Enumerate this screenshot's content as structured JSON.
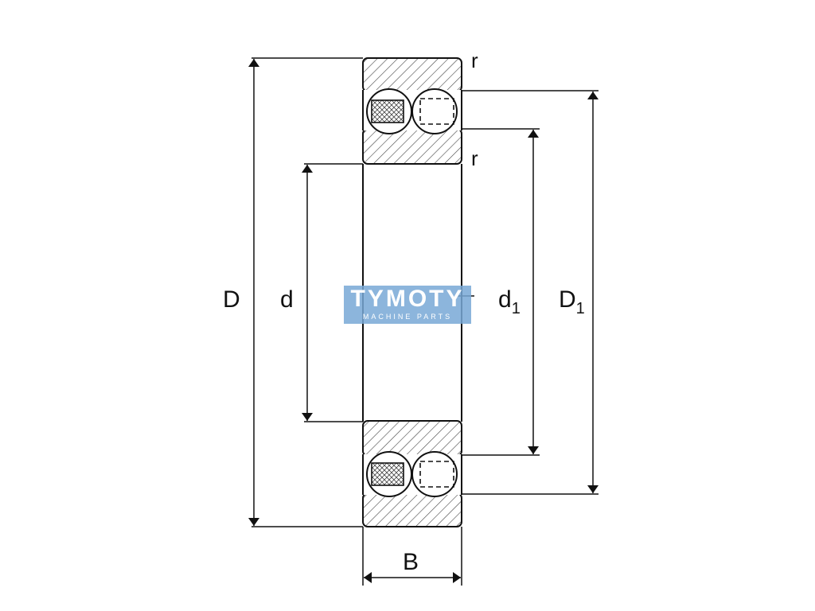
{
  "labels": {
    "D": "D",
    "d": "d",
    "d1_main": "d",
    "d1_sub": "1",
    "D1_main": "D",
    "D1_sub": "1",
    "B": "B",
    "r_top": "r",
    "r_mid": "r"
  },
  "watermark": {
    "brand": "TYMOTY",
    "tagline": "MACHINE PARTS"
  },
  "colors": {
    "line": "#111111",
    "hatch": "#444444",
    "watermark_bg": "#78a8d6"
  }
}
